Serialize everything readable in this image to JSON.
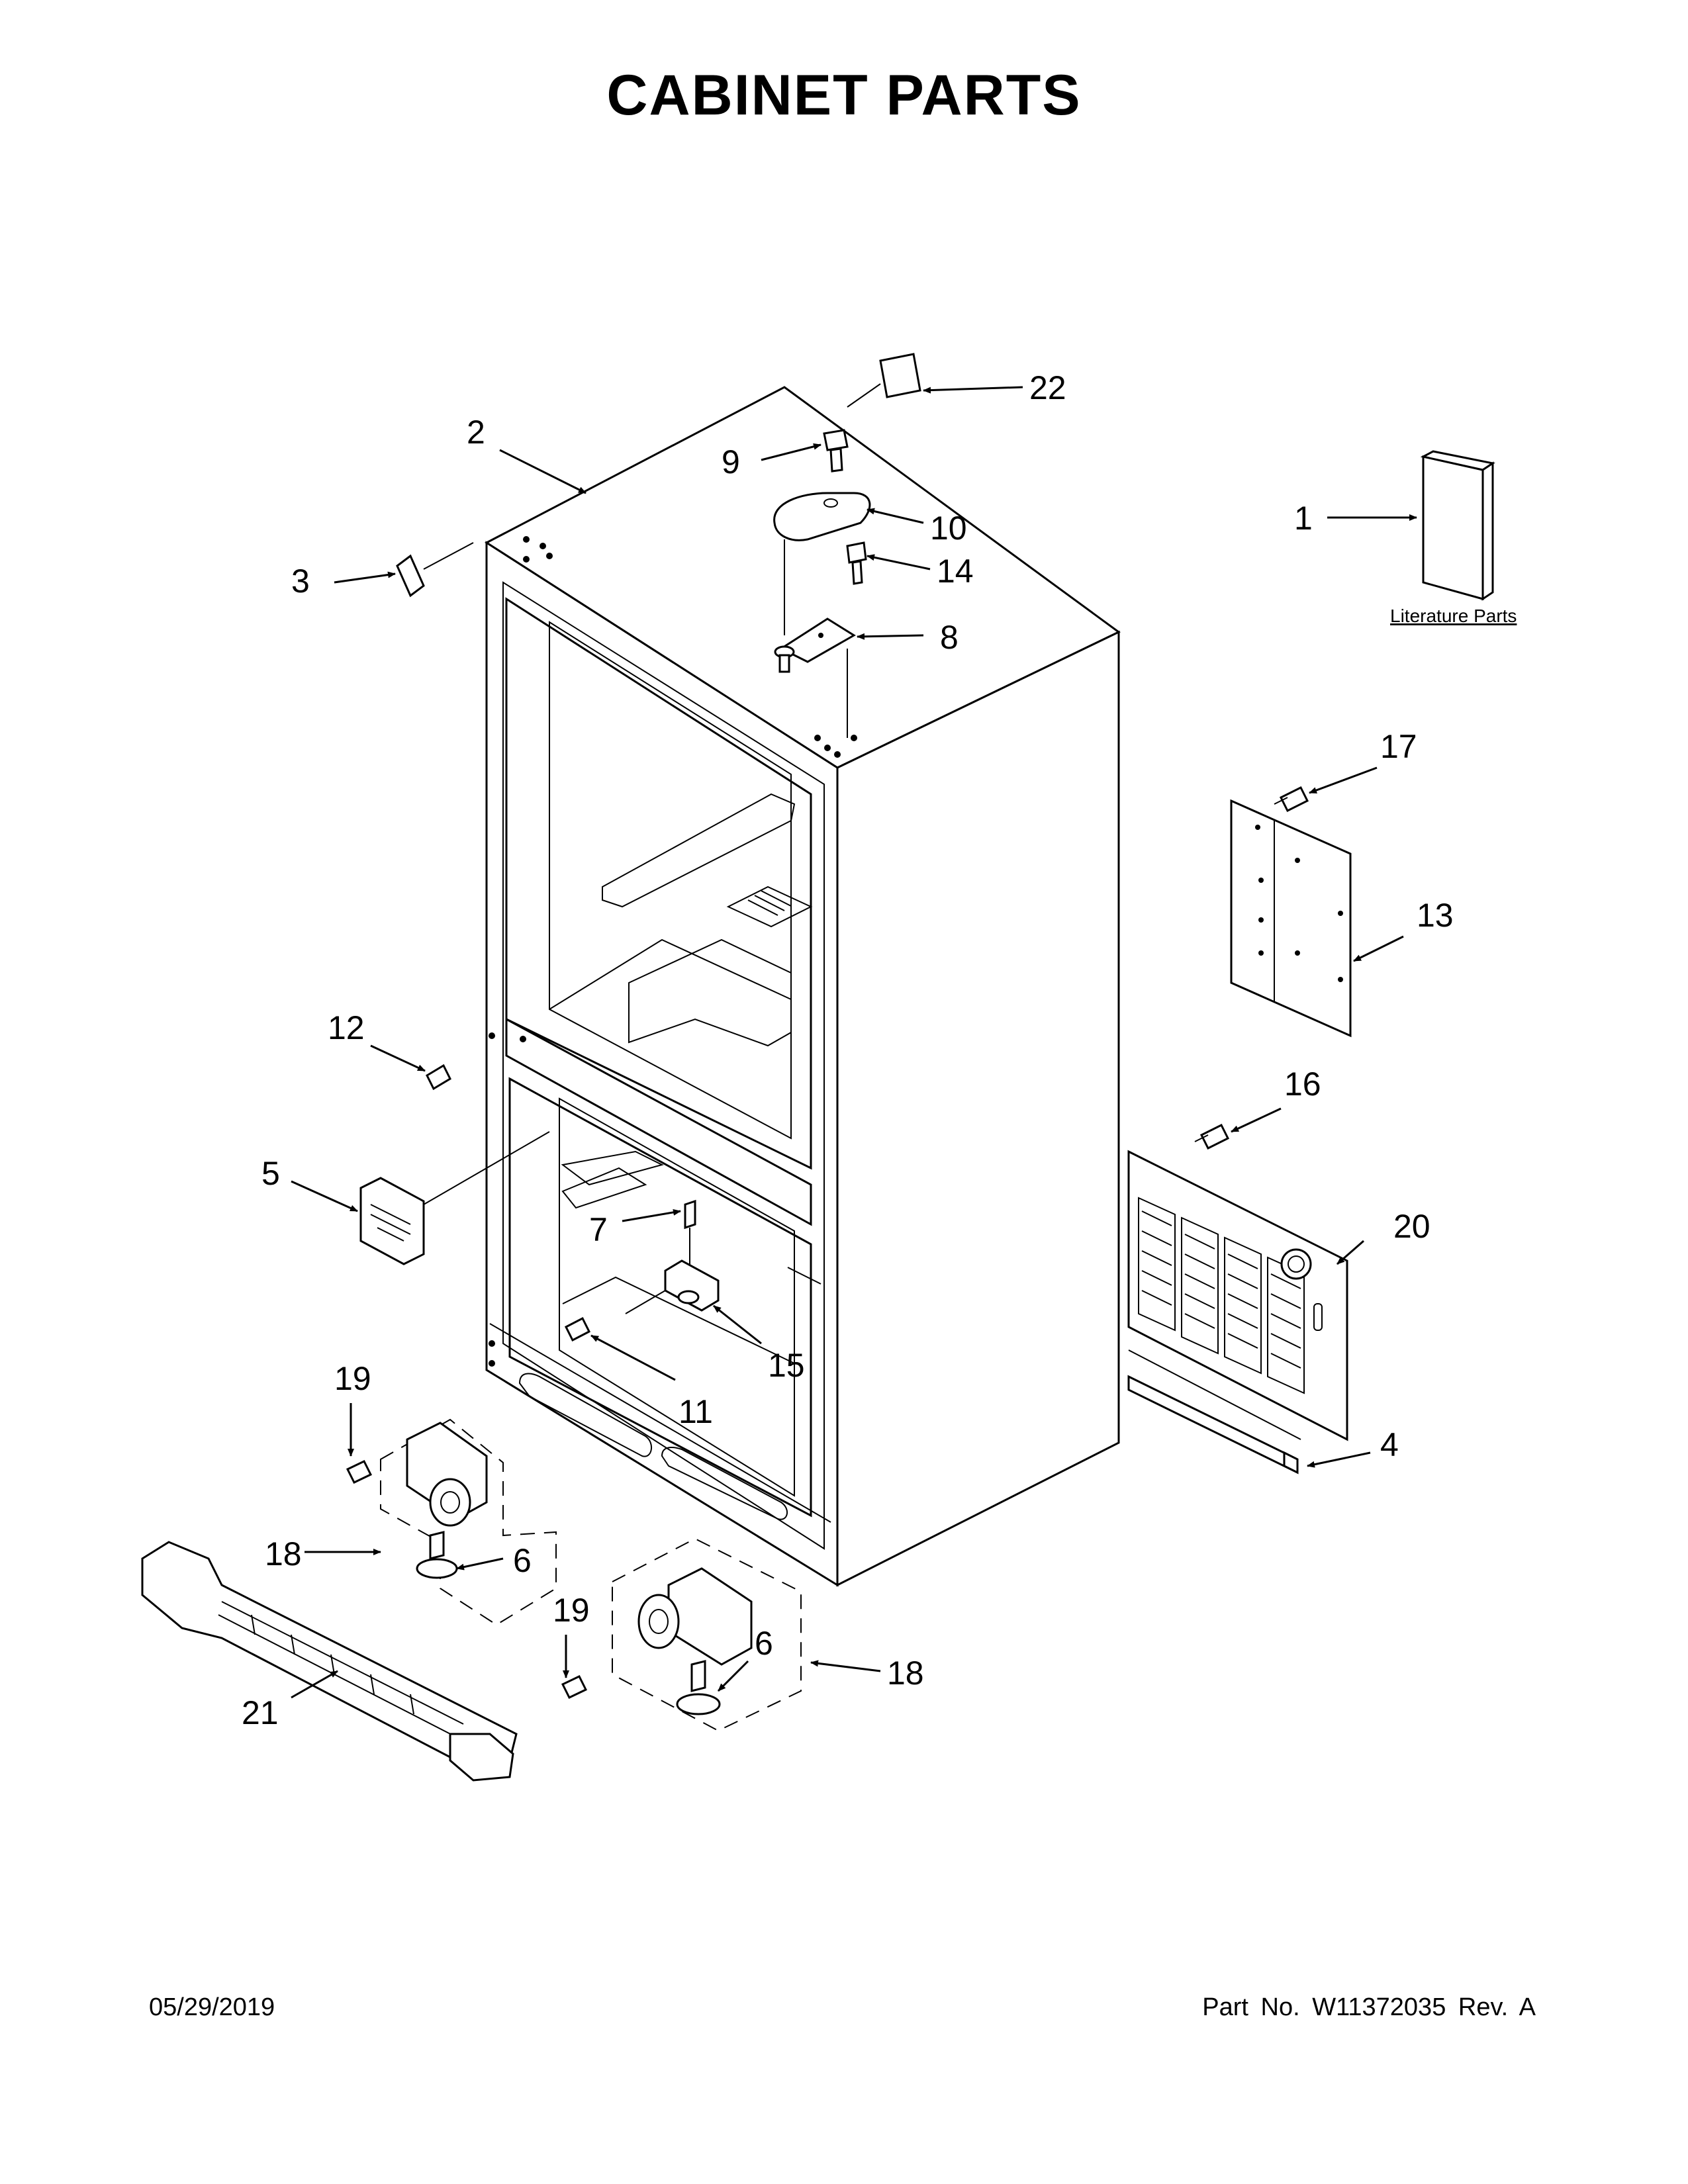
{
  "title": "CABINET PARTS",
  "footer": {
    "date": "05/29/2019",
    "part_number": "Part No.  W11372035  Rev.  A"
  },
  "literature_label": "Literature Parts",
  "callouts": {
    "c1": "1",
    "c2": "2",
    "c3": "3",
    "c4": "4",
    "c5": "5",
    "c6a": "6",
    "c6b": "6",
    "c7": "7",
    "c8": "8",
    "c9": "9",
    "c10": "10",
    "c11": "11",
    "c12": "12",
    "c13": "13",
    "c14": "14",
    "c15": "15",
    "c16": "16",
    "c17": "17",
    "c18a": "18",
    "c18b": "18",
    "c19a": "19",
    "c19b": "19",
    "c20": "20",
    "c21": "21",
    "c22": "22"
  }
}
